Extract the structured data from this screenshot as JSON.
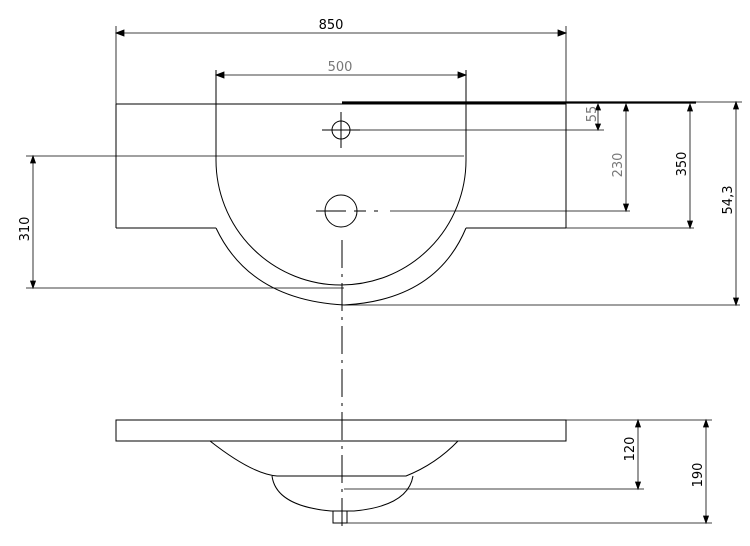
{
  "plan_view": {
    "dimensions": {
      "width_total": "850",
      "width_bowl": "500",
      "tap_offset": "55",
      "drain_offset": "230",
      "depth_top": "350",
      "depth_total": "54,3",
      "bowl_projection": "310"
    }
  },
  "side_view": {
    "dimensions": {
      "bowl_height": "120",
      "total_height": "190"
    }
  }
}
